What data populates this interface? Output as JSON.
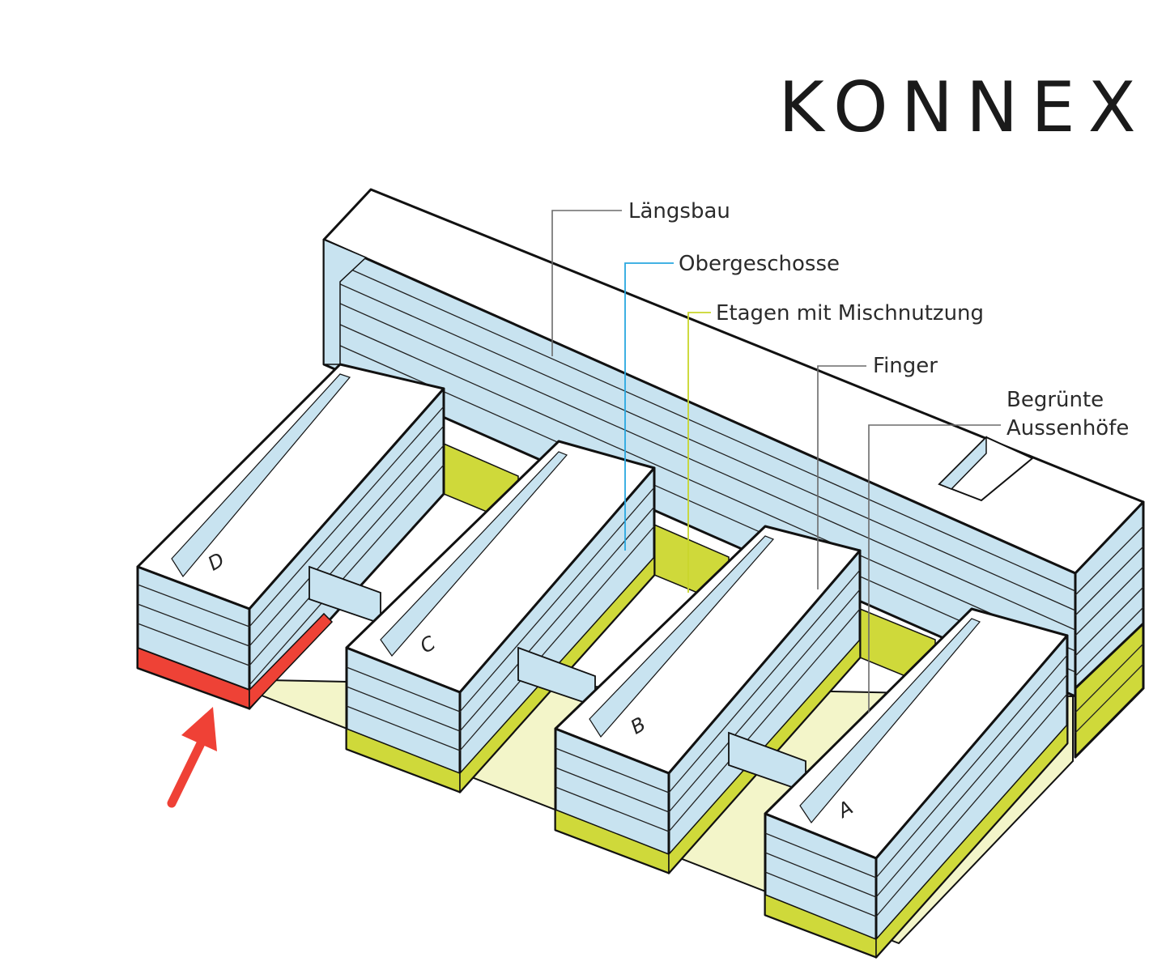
{
  "logo": {
    "text": "KONNEX"
  },
  "labels": {
    "laengsbau": "Längsbau",
    "obergeschosse": "Obergeschosse",
    "etagen": "Etagen mit Mischnutzung",
    "finger": "Finger",
    "begruente_line1": "Begrünte",
    "begruente_line2": "Aussenhöfe"
  },
  "buildings": [
    "D",
    "C",
    "B",
    "A"
  ],
  "colors": {
    "facade": "#c8e3f0",
    "roof": "#ffffff",
    "mixed_use": "#cfd93a",
    "ground": "#f3f5c9",
    "highlight": "#ee4236",
    "arrow": "#ef4136",
    "obergeschosse_line": "#29a8e0",
    "etagen_line": "#c9d62c",
    "leader_grey": "#6b6b6b"
  }
}
